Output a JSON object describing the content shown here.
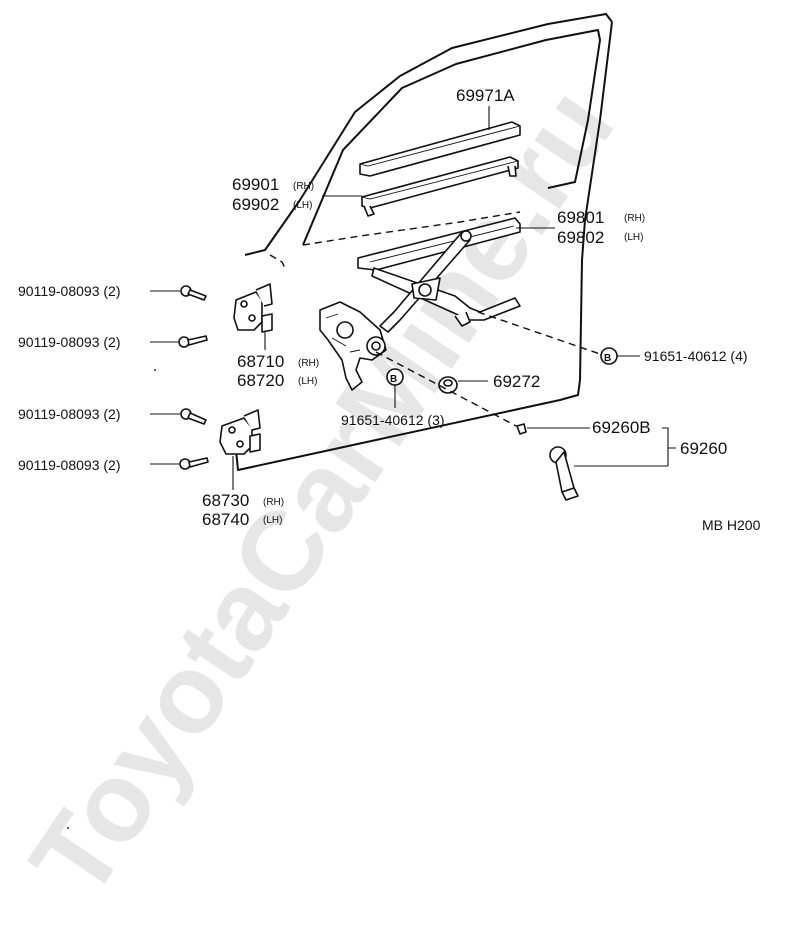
{
  "watermark": "ToyotaCarMine.ru",
  "diagram_code": "MB  H200",
  "callouts": {
    "glass_run": "69971A",
    "channel_rh": "69901",
    "channel_lh": "69902",
    "regulator_rh": "69801",
    "regulator_lh": "69802",
    "hinge_upper_rh": "68710",
    "hinge_upper_lh": "68720",
    "hinge_lower_rh": "68730",
    "hinge_lower_lh": "68740",
    "bolt_b_right": "91651-40612 (4)",
    "bolt_b_left": "91651-40612 (3)",
    "bolt_b_letter": "B",
    "cushion": "69272",
    "handle_sub": "69260B",
    "handle": "69260",
    "screw_1": "90119-08093 (2)",
    "screw_2": "90119-08093 (2)",
    "screw_3": "90119-08093 (2)",
    "screw_4": "90119-08093 (2)",
    "rh": "(RH)",
    "lh": "(LH)"
  }
}
